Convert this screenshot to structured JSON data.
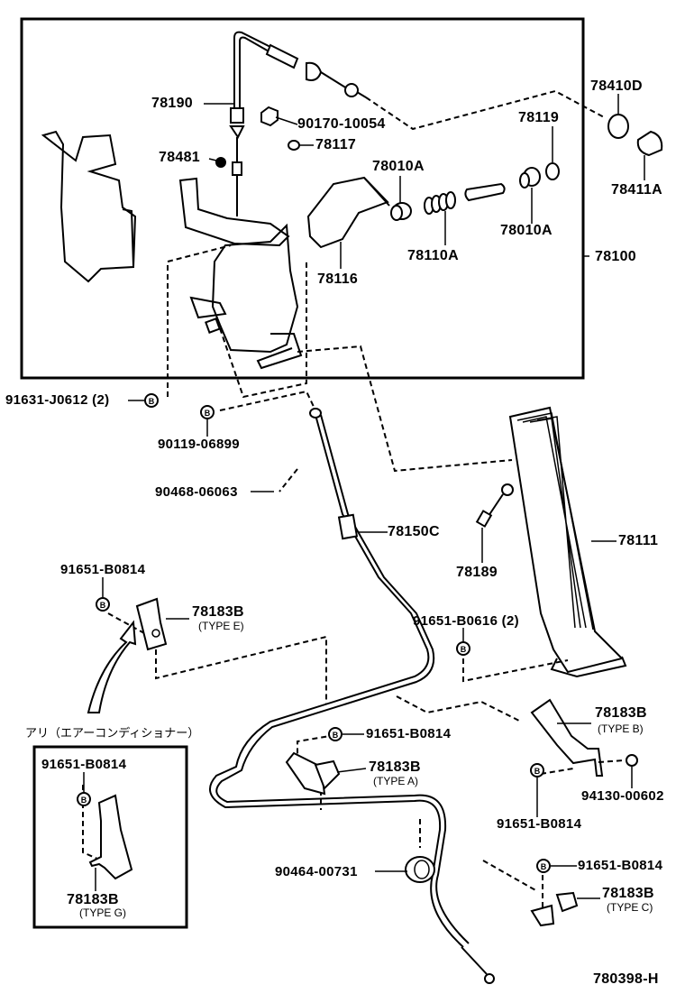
{
  "diagram": {
    "drawing_number": "780398-H",
    "assembly_label": "78100",
    "inset_note": "アリ（エアーコンディショナー）",
    "bolt_symbol": "B",
    "parts": {
      "p78190": "78190",
      "p90170": "90170-10054",
      "p78117": "78117",
      "p78481": "78481",
      "p78410D": "78410D",
      "p78119": "78119",
      "p78010A_1": "78010A",
      "p78010A_2": "78010A",
      "p78411A": "78411A",
      "p78110A": "78110A",
      "p78116": "78116",
      "p78100": "78100",
      "p91631": "91631-J0612 (2)",
      "p90119": "90119-06899",
      "p90468": "90468-06063",
      "p78150C": "78150C",
      "p78111": "78111",
      "p78189": "78189",
      "p91651_e": "91651-B0814",
      "p78183B_e": "78183B",
      "p78183B_e_type": "(TYPE E)",
      "p91651_b0616": "91651-B0616 (2)",
      "p78183B_b": "78183B",
      "p78183B_b_type": "(TYPE B)",
      "p91651_a": "91651-B0814",
      "p78183B_a": "78183B",
      "p78183B_a_type": "(TYPE A)",
      "p94130": "94130-00602",
      "p91651_b": "91651-B0814",
      "p90464": "90464-00731",
      "p91651_c": "91651-B0814",
      "p78183B_c": "78183B",
      "p78183B_c_type": "(TYPE C)",
      "p91651_g": "91651-B0814",
      "p78183B_g": "78183B",
      "p78183B_g_type": "(TYPE G)"
    }
  }
}
